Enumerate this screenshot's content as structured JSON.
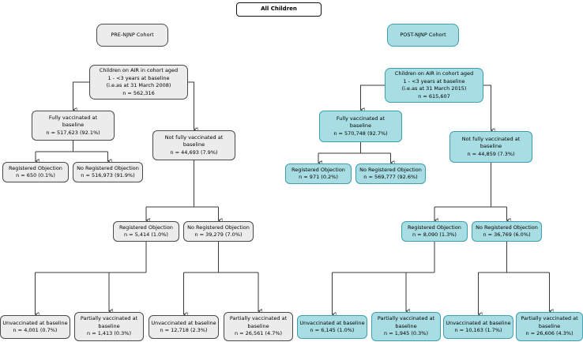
{
  "colors": {
    "pre_fill": "#ececec",
    "pre_border": "#4a4a4a",
    "post_fill": "#a8dde3",
    "post_border": "#3e9fae",
    "root_fill": "#ffffff",
    "root_border": "#141414",
    "line": "#3a3a3a"
  },
  "root": {
    "label": "All Children"
  },
  "pre": {
    "cohort_label": "PRE-NJNP Cohort",
    "main": "Children on AIR in cohort aged\n1 - <3 years at baseline\n(i.e.as at 31 March 2008)\nn = 562,316",
    "fully": "Fully vaccinated at\nbaseline\nn = 517,623 (92.1%)",
    "not_fully": "Not fully vaccinated at\nbaseline\nn = 44,693 (7.9%)",
    "reg_objection_fully": "Registered Objection\nn = 650 (0.1%)",
    "no_reg_objection_fully": "No Registered Objection\nn = 516,973 (91.9%)",
    "reg_objection_notfully": "Registered Objection\nn = 5,414 (1.0%)",
    "no_reg_objection_notfully": "No Registered Objection\nn = 39,279 (7.0%)",
    "unvaccinated_reg": "Unvaccinated at baseline\nn = 4,001 (0.7%)",
    "partially_reg": "Partially vaccinated at\nbaseline\nn = 1,413 (0.3%)",
    "unvaccinated_noreg": "Unvaccinated at baseline\nn = 12,718 (2.3%)",
    "partially_noreg": "Partially vaccinated at\nbaseline\nn = 26,561 (4.7%)"
  },
  "post": {
    "cohort_label": "POST-NJNP Cohort",
    "main": "Children on AIR in cohort aged\n1 - <3 years at baseline\n(i.e.as at 31 March 2015)\nn = 615,607",
    "fully": "Fully vaccinated at\nbaseline\nn = 570,748 (92.7%)",
    "not_fully": "Not fully vaccinated at\nbaseline\nn = 44,859 (7.3%)",
    "reg_objection_fully": "Registered Objection\nn = 971 (0.2%)",
    "no_reg_objection_fully": "No Registered Objection\nn = 569,777 (92.6%)",
    "reg_objection_notfully": "Registered Objection\nn = 8,090 (1.3%)",
    "no_reg_objection_notfully": "No Registered Objection\nn = 36,769 (6.0%)",
    "unvaccinated_reg": "Unvaccinated at baseline\nn = 6,145 (1.0%)",
    "partially_reg": "Partially vaccinated at\nbaseline\nn = 1,945 (0.3%)",
    "unvaccinated_noreg": "Unvaccinated at baseline\nn = 10,163 (1.7%)",
    "partially_noreg": "Partially vaccinated at\nbaseline\nn = 26,606 (4.3%)"
  }
}
